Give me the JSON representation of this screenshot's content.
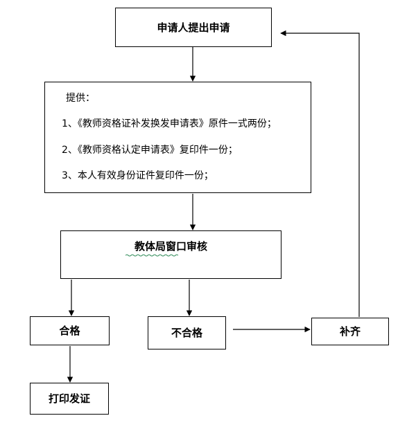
{
  "flowchart": {
    "applicant_step": "申请人提出申请",
    "provide": {
      "heading": "提供：",
      "items": [
        "1、《教师资格证补发换发申请表》原件一式两份；",
        "2、《教师资格认定申请表》复印件一份；",
        "3、本人有效身份证件复印件一份；"
      ]
    },
    "review_step": "教体局窗口审核",
    "pass": "合格",
    "fail": "不合格",
    "supplement": "补齐",
    "issue": "打印发证"
  }
}
